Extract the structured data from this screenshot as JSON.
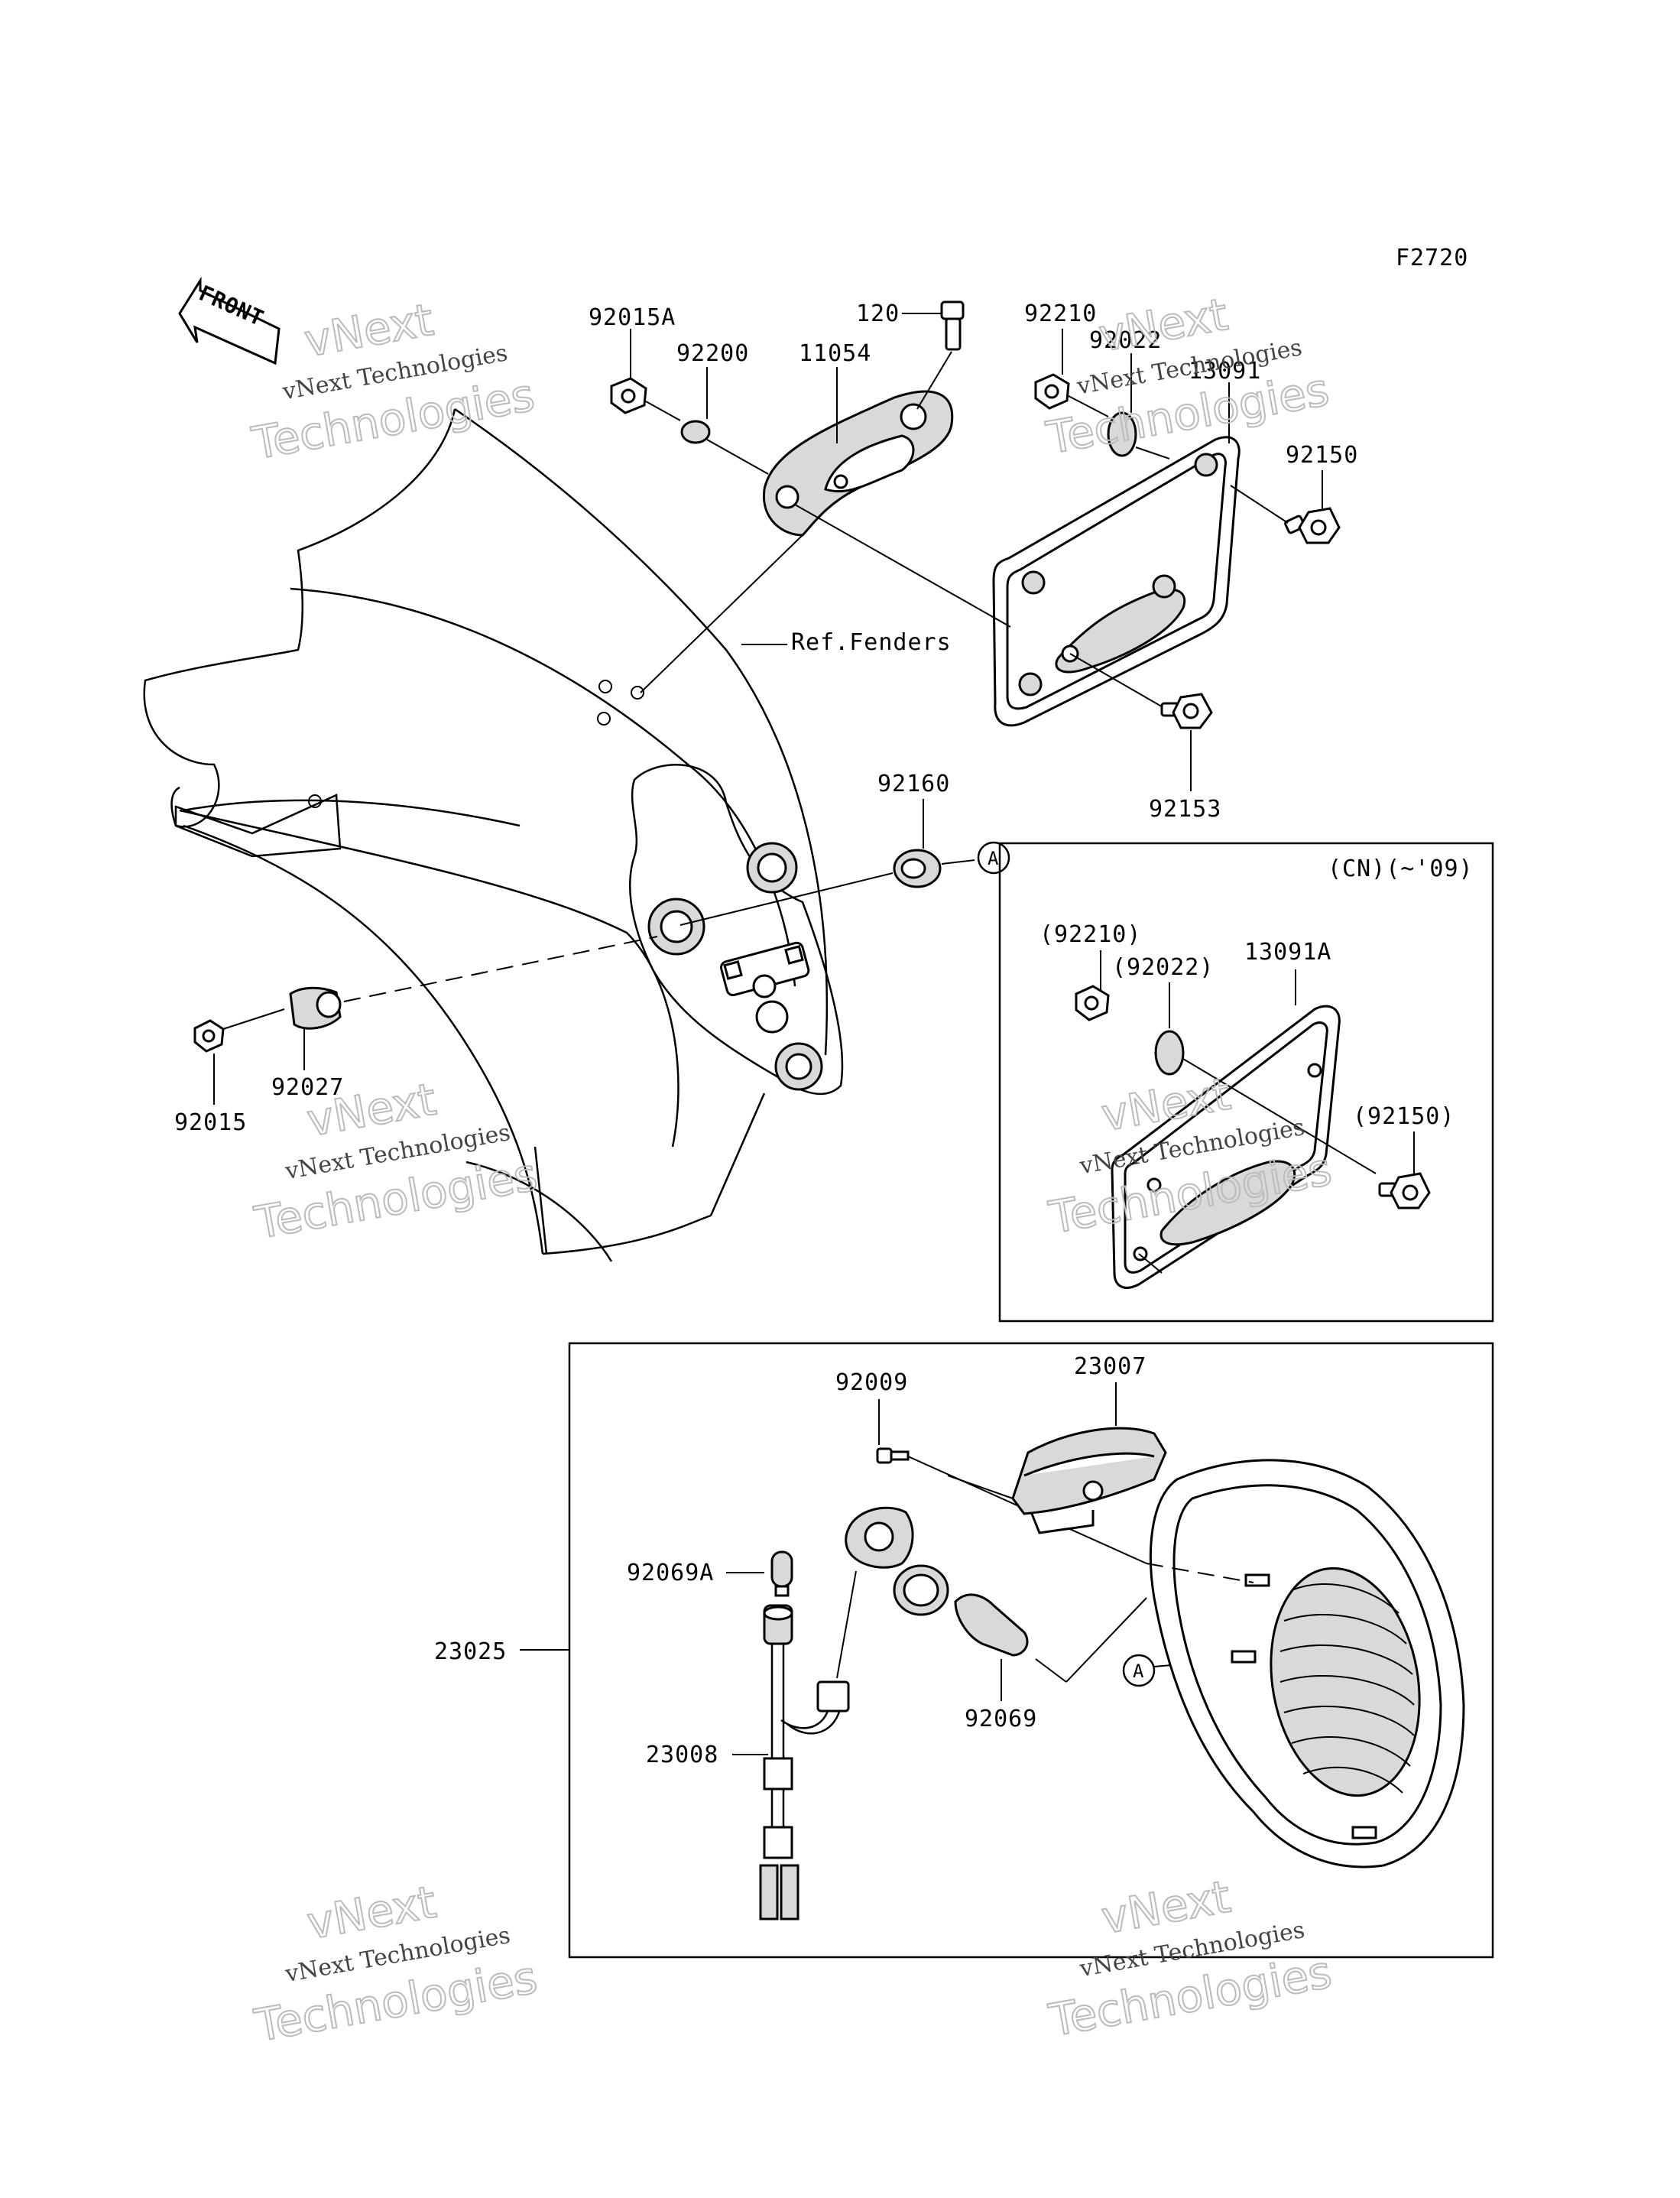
{
  "figure_code": "F2720",
  "front_badge": "FRONT",
  "region_note": "(CN)(~'09)",
  "ref_label": "Ref.Fenders",
  "callout_letter": "A",
  "watermark": {
    "line1": "vNext",
    "line2": "vNext Technologies",
    "line3": "Technologies"
  },
  "parts": {
    "p92015A": "92015A",
    "p92200": "92200",
    "p11054": "11054",
    "p120": "120",
    "p92210": "92210",
    "p92022": "92022",
    "p13091": "13091",
    "p92150": "92150",
    "p92153": "92153",
    "p92160": "92160",
    "p92015": "92015",
    "p92027": "92027",
    "p92210_alt": "(92210)",
    "p92022_alt": "(92022)",
    "p13091A": "13091A",
    "p92150_alt": "(92150)",
    "p92009": "92009",
    "p23007": "23007",
    "p92069A": "92069A",
    "p23025": "23025",
    "p92069": "92069",
    "p23008": "23008"
  }
}
